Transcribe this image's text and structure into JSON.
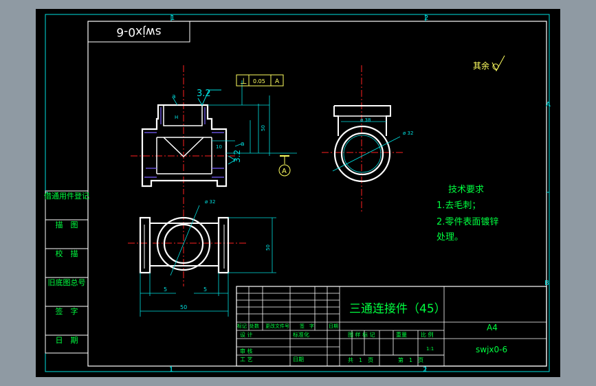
{
  "sheet": {
    "code_rotated": "swjx0-6",
    "zone_top_1": "1",
    "zone_top_2": "2",
    "zone_bottom_1": "1",
    "zone_bottom_2": "2",
    "zone_right_a": "A",
    "zone_right_b": "B"
  },
  "annotations": {
    "roughness_top": "3.2",
    "roughness_side": "3.2",
    "tolerance_symbol": "⊥",
    "tolerance_value": "0.05",
    "tolerance_datum": "A",
    "datum_label": "A",
    "surface_other": "其余",
    "dia_38": "ø 38",
    "dia_32_side": "ø 32",
    "dia_32_bottom": "ø 32",
    "dim_50": "50",
    "dim_5_left": "5",
    "dim_5_right": "5",
    "dim_10": "10",
    "label_a1": "a",
    "label_a2": "a",
    "dim_h": "H"
  },
  "requirements": {
    "title": "技术要求",
    "item1": "1.去毛刺；",
    "item2": "2.零件表面镀锌",
    "item3": "处理。"
  },
  "side_table": {
    "rows": [
      "借通用件登记",
      "描　图",
      "校　描",
      "旧底图总号",
      "签　字",
      "日　期"
    ]
  },
  "title_block": {
    "part_name": "三通连接件（45）",
    "paper_size": "A4",
    "drawing_no": "swjx0-6",
    "header_row": [
      "标记",
      "处数",
      "更改文件号",
      "签　字",
      "日期"
    ],
    "design": "设 计",
    "standardize": "标准化",
    "review": "审 核",
    "process": "工 艺",
    "date": "日期",
    "stage_mark": "图 样 标 记",
    "weight": "重量",
    "scale_label": "比 例",
    "scale_value": "1:1",
    "sheets_total": "共　1　页",
    "sheet_no": "第　1　页"
  },
  "colors": {
    "frame": "#00e0e0",
    "outline": "#ffffff",
    "center_line": "#ff2020",
    "dimension": "#00e0e0",
    "text": "#00ff40",
    "annotation_yellow": "#ffff60",
    "hatch": "#7a60ff"
  }
}
